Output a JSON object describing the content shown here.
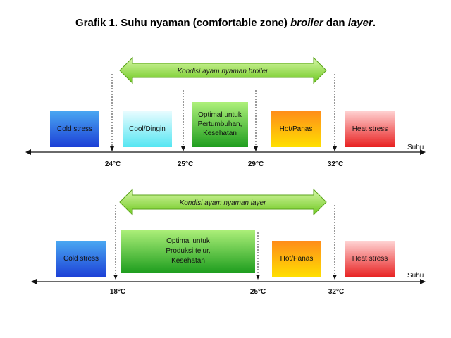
{
  "title": {
    "prefix": "Grafik 1. Suhu nyaman (comfortable zone) ",
    "broiler": "broiler",
    "middle": " dan ",
    "layer": "layer",
    "suffix": "."
  },
  "broiler_panel": {
    "arrow_label": "Kondisi ayam nyaman broiler",
    "axis_label": "Suhu",
    "boxes": [
      {
        "lines": [
          "Cold stress"
        ],
        "color": "blue"
      },
      {
        "lines": [
          "Cool/Dingin"
        ],
        "color": "cyan"
      },
      {
        "lines": [
          "Optimal untuk",
          "Pertumbuhan,",
          "Kesehatan"
        ],
        "color": "green"
      },
      {
        "lines": [
          "Hot/Panas"
        ],
        "color": "orange"
      },
      {
        "lines": [
          "Heat stress"
        ],
        "color": "red"
      }
    ],
    "ticks": [
      "24°C",
      "25°C",
      "29°C",
      "32°C"
    ]
  },
  "layer_panel": {
    "arrow_label": "Kondisi ayam nyaman layer",
    "axis_label": "Suhu",
    "boxes": [
      {
        "lines": [
          "Cold stress"
        ],
        "color": "blue"
      },
      {
        "lines": [
          "Optimal untuk",
          "Produksi telur,",
          "Kesehatan"
        ],
        "color": "green"
      },
      {
        "lines": [
          "Hot/Panas"
        ],
        "color": "orange"
      },
      {
        "lines": [
          "Heat stress"
        ],
        "color": "red"
      }
    ],
    "ticks": [
      "18°C",
      "25°C",
      "32°C"
    ]
  }
}
